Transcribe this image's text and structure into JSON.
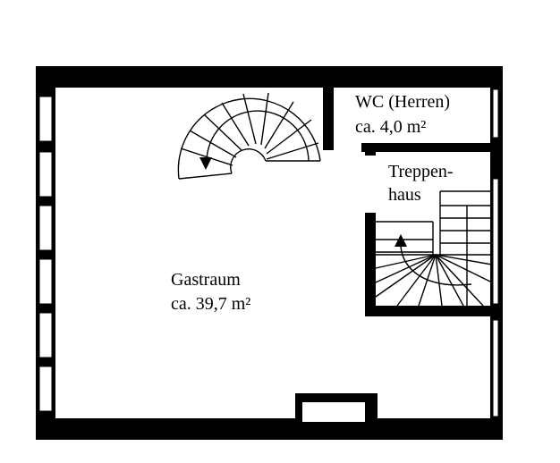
{
  "colors": {
    "wall": "#000000",
    "floor": "#ffffff",
    "line": "#000000"
  },
  "rooms": {
    "gastraum": {
      "name": "Gastraum",
      "area": "ca. 39,7 m²"
    },
    "wc": {
      "name": "WC (Herren)",
      "area": "ca. 4,0 m²"
    },
    "treppenhaus": {
      "name_line1": "Treppen-",
      "name_line2": "haus"
    }
  }
}
